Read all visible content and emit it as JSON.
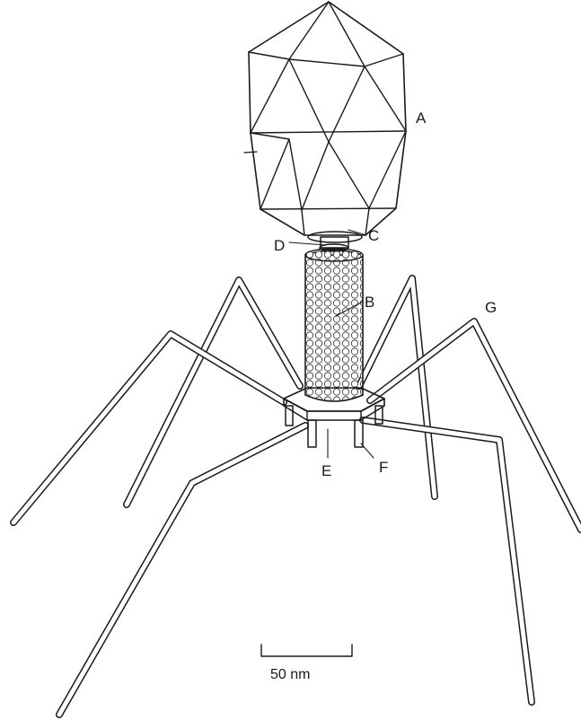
{
  "labels": {
    "A": "A",
    "B": "B",
    "C": "C",
    "D": "D",
    "E": "E",
    "F": "F",
    "G": "G"
  },
  "scale_bar": {
    "text": "50 nm"
  }
}
